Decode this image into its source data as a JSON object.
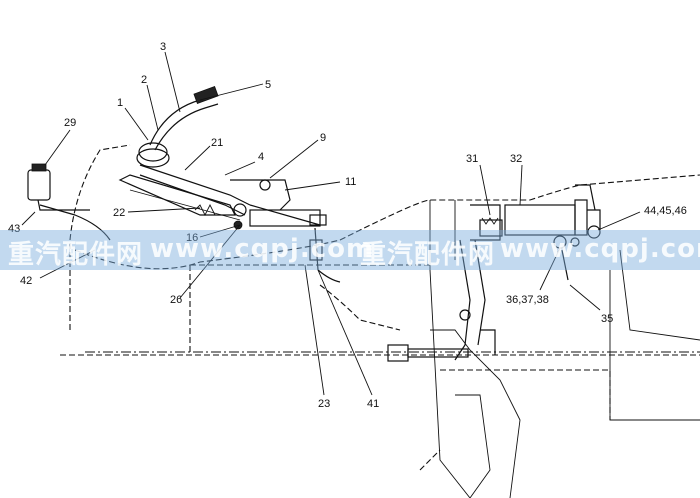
{
  "diagram": {
    "callouts": [
      {
        "id": "c1",
        "text": "1"
      },
      {
        "id": "c2",
        "text": "2"
      },
      {
        "id": "c3",
        "text": "3"
      },
      {
        "id": "c4",
        "text": "4"
      },
      {
        "id": "c5",
        "text": "5"
      },
      {
        "id": "c9",
        "text": "9"
      },
      {
        "id": "c11",
        "text": "11"
      },
      {
        "id": "c16",
        "text": "16"
      },
      {
        "id": "c21",
        "text": "21"
      },
      {
        "id": "c22",
        "text": "22"
      },
      {
        "id": "c23",
        "text": "23"
      },
      {
        "id": "c26",
        "text": "26"
      },
      {
        "id": "c29",
        "text": "29"
      },
      {
        "id": "c31",
        "text": "31"
      },
      {
        "id": "c32",
        "text": "32"
      },
      {
        "id": "c35",
        "text": "35"
      },
      {
        "id": "c36",
        "text": "36,37,38"
      },
      {
        "id": "c41",
        "text": "41"
      },
      {
        "id": "c42",
        "text": "42"
      },
      {
        "id": "c43",
        "text": "43"
      },
      {
        "id": "c44",
        "text": "44,45,46"
      }
    ]
  },
  "watermark": {
    "segments": [
      "重汽配件网",
      "www.cqpj.com",
      "重汽配件网",
      "www.cqpj.com"
    ],
    "color": "#78aadc"
  }
}
